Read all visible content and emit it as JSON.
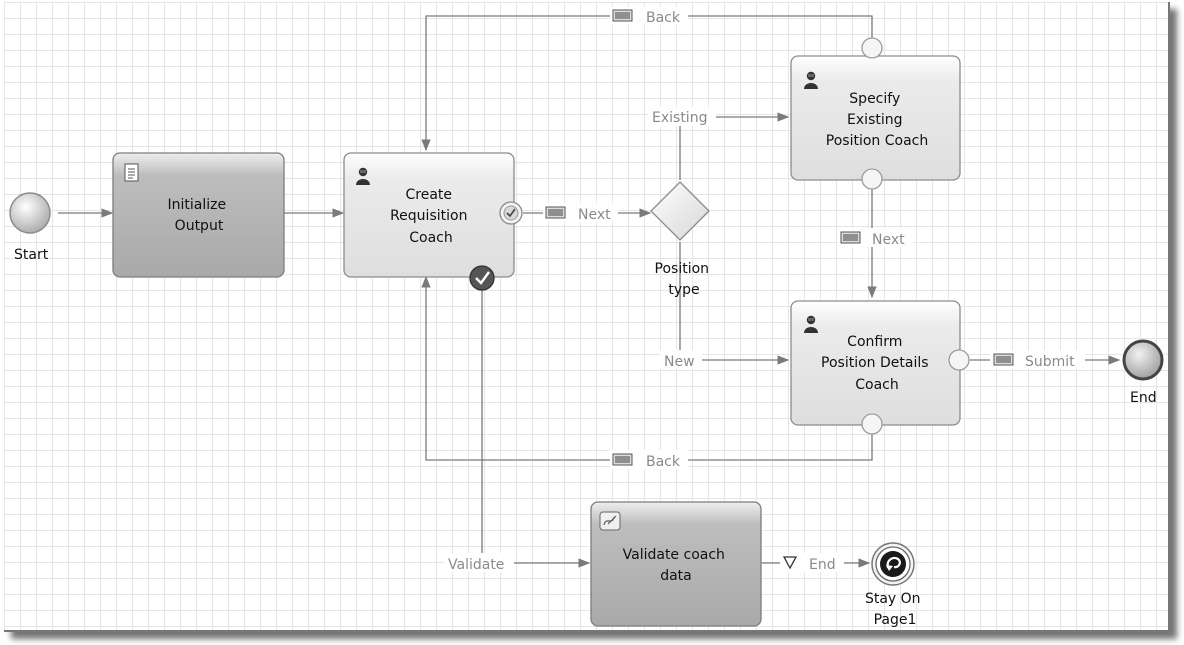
{
  "nodes": {
    "start": {
      "label": "Start"
    },
    "initialize_output": {
      "lines": [
        "Initialize",
        "Output"
      ]
    },
    "create_requisition": {
      "lines": [
        "Create",
        "Requisition",
        "Coach"
      ]
    },
    "position_type": {
      "lines": [
        "Position",
        "type"
      ]
    },
    "specify_existing": {
      "lines": [
        "Specify",
        "Existing",
        "Position Coach"
      ]
    },
    "confirm_details": {
      "lines": [
        "Confirm",
        "Position Details",
        "Coach"
      ]
    },
    "validate_coach": {
      "lines": [
        "Validate coach",
        "data"
      ]
    },
    "end": {
      "label": "End"
    },
    "stay_on_page": {
      "lines": [
        "Stay On",
        "Page1"
      ]
    }
  },
  "flows": {
    "back_top": "Back",
    "next_create": "Next",
    "existing": "Existing",
    "new": "New",
    "next_specify": "Next",
    "submit": "Submit",
    "back_bottom": "Back",
    "validate": "Validate",
    "end_validate": "End"
  },
  "colors": {
    "script_task_fill": "#b3b3b3",
    "coach_task_fill": "#e6e6e6",
    "connector": "#7a7a7a",
    "flow_label": "#8a8a8a"
  }
}
